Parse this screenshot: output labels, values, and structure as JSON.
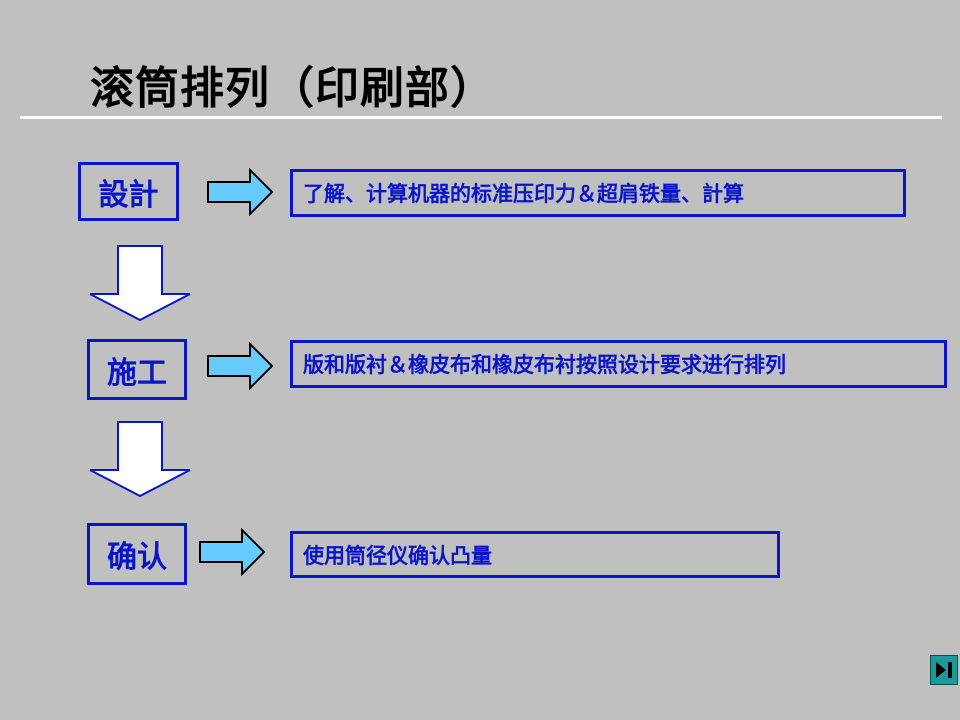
{
  "slide": {
    "title": "滚筒排列（印刷部）",
    "steps": [
      {
        "label": "設計",
        "description": "了解、计算机器的标准压印力＆超肩铁量、計算"
      },
      {
        "label": "施工",
        "description": "版和版衬＆橡皮布和橡皮布衬按照设计要求进行排列"
      },
      {
        "label": "确认",
        "description": "使用筒径仪确认凸量"
      }
    ]
  },
  "colors": {
    "background": "#c0c0c0",
    "border_text": "#0a14c8",
    "arrow_fill": "#66ccff",
    "divider": "#ffffff",
    "nav_button": "#1a9a9a"
  },
  "icons": {
    "right_arrow": "right-arrow-icon",
    "down_arrow": "down-arrow-icon",
    "end_nav": "last-slide-icon"
  }
}
